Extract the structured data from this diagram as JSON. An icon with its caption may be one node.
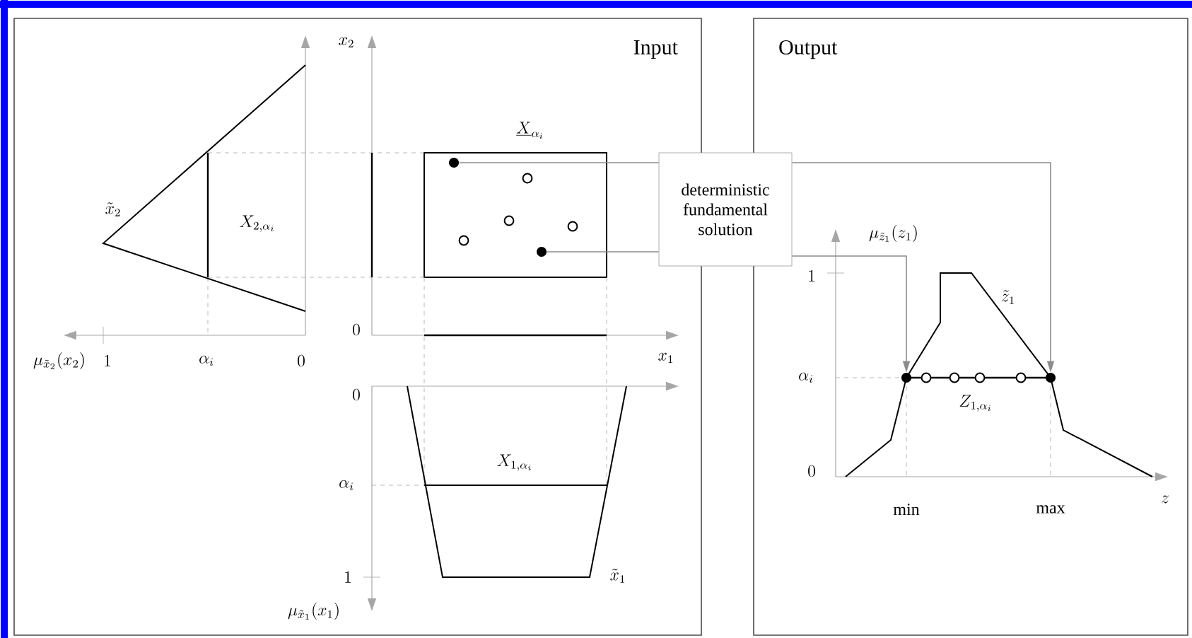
{
  "diagram": {
    "nodes": [
      {
        "text": [
          "Input"
        ]
      },
      {
        "text": [
          "Output"
        ]
      },
      {
        "text": [
          "\\underline{X}_{\\alpha_i}"
        ],
        "in": 0
      },
      {
        "text": [],
        "shape": "circle",
        "in": 2
      },
      {
        "text": [],
        "shape": "circle",
        "in": 2
      },
      {
        "text": [
          "deterministic fundamental solution"
        ]
      },
      {
        "text": [],
        "shape": "circle",
        "in": 1
      },
      {
        "text": [],
        "shape": "circle",
        "in": 1
      }
    ],
    "edges": [
      {
        "from": 3,
        "to": 5,
        "arrow": "none"
      },
      {
        "from": 4,
        "to": 5,
        "arrow": "none"
      },
      {
        "from": 5,
        "to": 7,
        "arrow": "to"
      },
      {
        "from": 5,
        "to": 6,
        "arrow": "to"
      }
    ],
    "labels": [
      "x_2",
      "\\tilde{x}_2",
      "X_{2,\\alpha_i}",
      "0",
      "\\mu_{\\tilde{x}_2}(x_2)",
      "1",
      "\\alpha_i",
      "0",
      "x_1",
      "0",
      "X_{1,\\alpha_i}",
      "\\alpha_i",
      "1",
      "\\tilde{x}_1",
      "\\mu_{\\tilde{x}_1}(x_1)",
      "\\mu_{\\tilde{z}_1}(z_1)",
      "1",
      "\\tilde{z}_1",
      "\\alpha_i",
      "Z_{1,\\alpha_i}",
      "0",
      "min",
      "max",
      "z"
    ]
  }
}
